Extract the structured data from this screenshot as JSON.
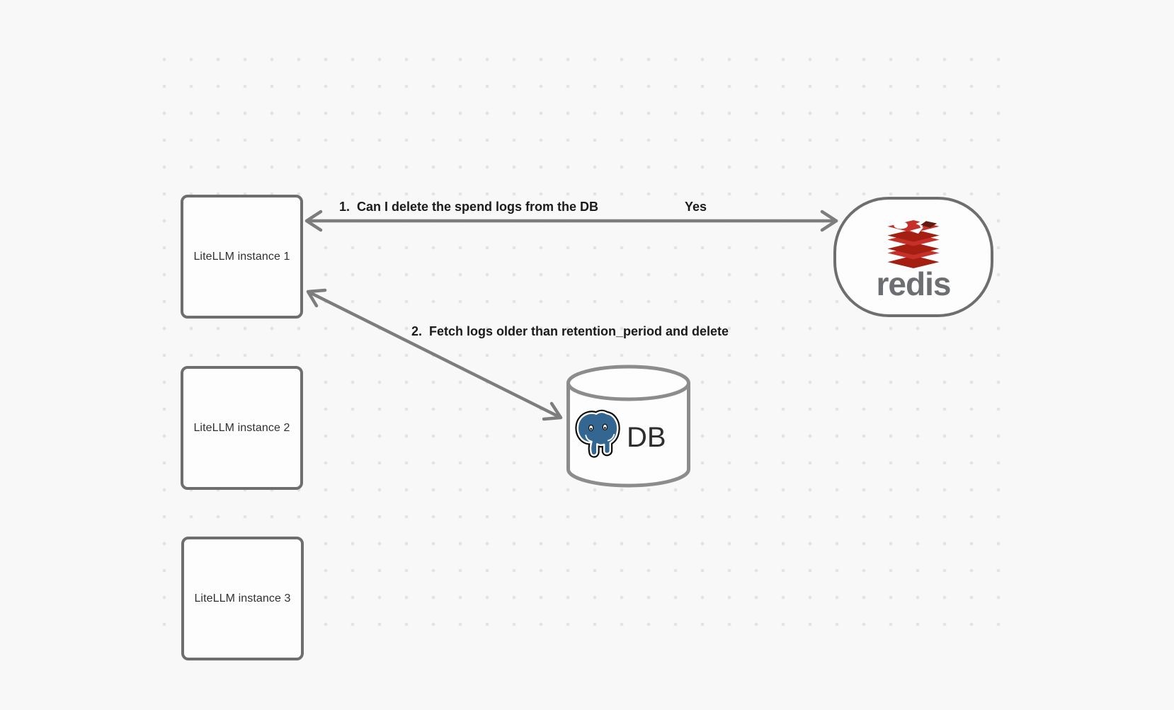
{
  "nodes": {
    "litellm_instances": [
      {
        "label": "LiteLLM instance 1"
      },
      {
        "label": "LiteLLM instance 2"
      },
      {
        "label": "LiteLLM instance 3"
      }
    ],
    "redis": {
      "wordmark": "redis"
    },
    "database": {
      "label": "DB"
    }
  },
  "annotations": {
    "step1": {
      "label": "1.  Can I delete the spend logs from the DB",
      "response": "Yes"
    },
    "step2": {
      "label": "2.  Fetch logs older than retention_period and delete"
    }
  },
  "icons": {
    "redis_logo": "redis-stack-logo",
    "postgres_logo": "postgresql-elephant-logo"
  },
  "colors": {
    "background": "#f8f8f8",
    "grid_dot": "#e3e3e3",
    "node_border": "#6e6e6e",
    "arrow": "#7d7d7d",
    "redis_red": "#c6302b",
    "redis_dark_red": "#a41e11",
    "redis_cube": "#5f1a12",
    "redis_wordmark": "#6d6e71",
    "postgres_blue": "#336791",
    "annotation_text": "#1b1b1b"
  }
}
